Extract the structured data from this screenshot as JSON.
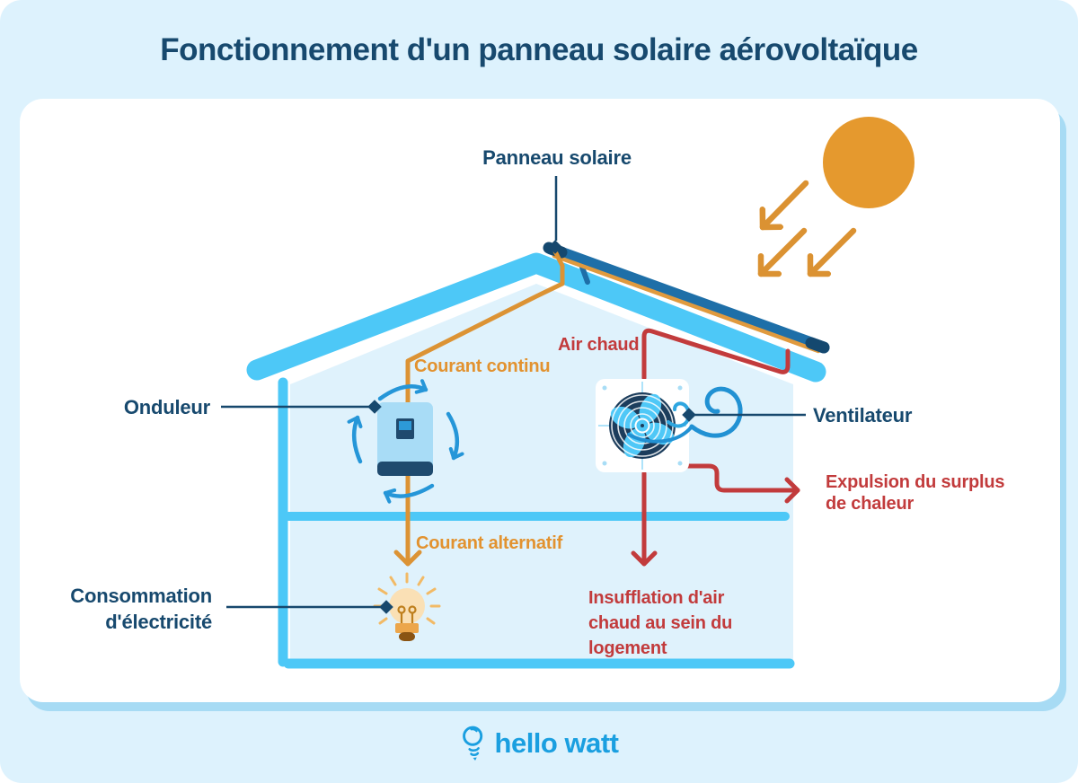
{
  "title": "Fonctionnement d'un panneau solaire aérovoltaïque",
  "labels": {
    "solar_panel": "Panneau solaire",
    "inverter": "Onduleur",
    "fan": "Ventilateur",
    "consumption_line1": "Consommation",
    "consumption_line2": "d'électricité"
  },
  "flows": {
    "dc_current": "Courant continu",
    "ac_current": "Courant alternatif",
    "hot_air": "Air chaud",
    "expulsion_line1": "Expulsion du surplus",
    "expulsion_line2": "de chaleur",
    "insufflation_line1": "Insufflation d'air",
    "insufflation_line2": "chaud au sein du",
    "insufflation_line3": "logement"
  },
  "footer": {
    "brand": "hello watt"
  },
  "colors": {
    "background": "#DDF2FD",
    "card": "#FFFFFF",
    "navy": "#17496E",
    "house_blue": "#4DC8F7",
    "interior_blue": "#DFF2FC",
    "sun_orange": "#E5992E",
    "wire_orange": "#DC9334",
    "text_orange": "#E2922F",
    "flow_red": "#C23B3C",
    "panel_steel_blue": "#1E6FA8",
    "inverter_box_blue": "#A8DCF6",
    "accent_blue": "#2596D8",
    "brand_blue": "#1A9FE0"
  }
}
